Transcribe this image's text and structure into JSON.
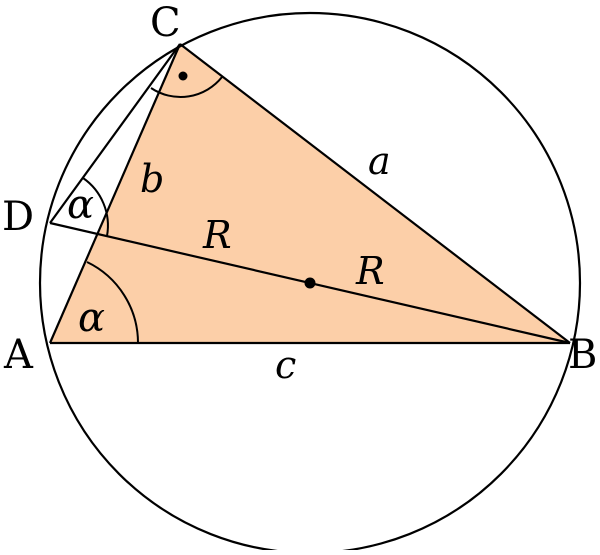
{
  "points": {
    "A": "A",
    "B": "B",
    "C": "C",
    "D": "D"
  },
  "sides": {
    "a": "a",
    "b": "b",
    "c": "c"
  },
  "radius_labels": [
    "R",
    "R"
  ],
  "angle_labels": [
    "α",
    "α"
  ],
  "colors": {
    "triangle_fill": "#FCCFA8",
    "stroke": "#000000",
    "background": "#FFFFFF"
  }
}
